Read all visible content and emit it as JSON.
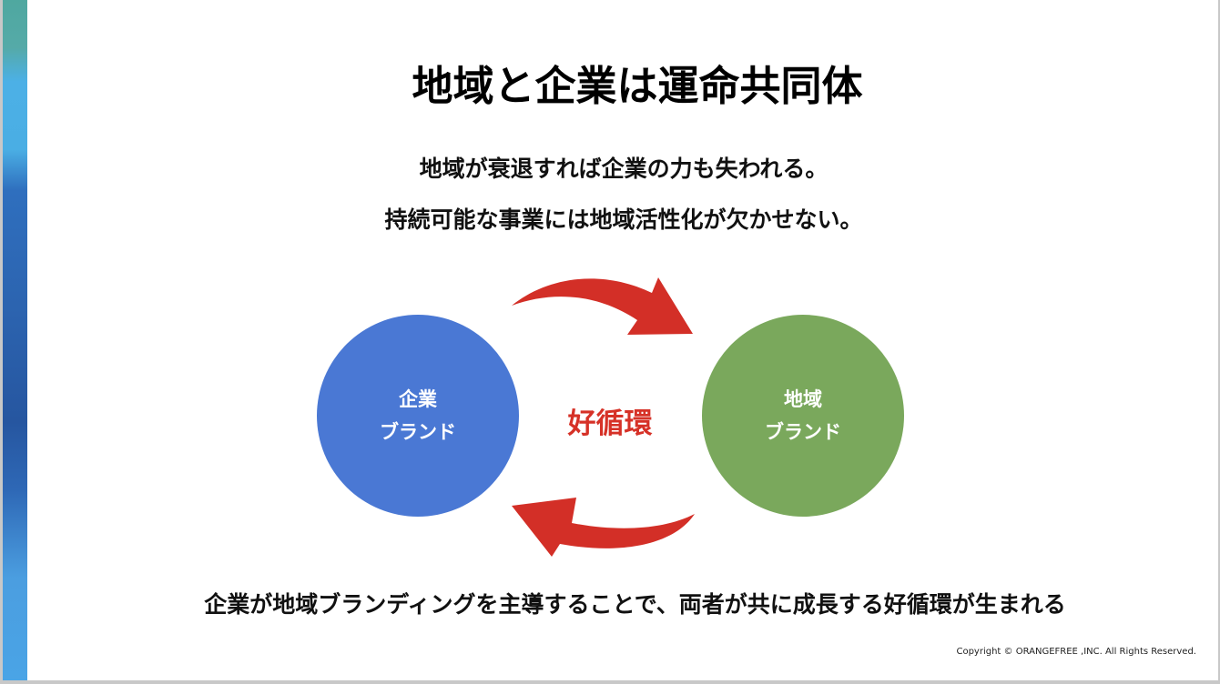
{
  "title": "地域と企業は運命共同体",
  "subtitle_lines": [
    "地域が衰退すれば企業の力も失われる。",
    "持続可能な事業には地域活性化が欠かせない。"
  ],
  "diagram": {
    "left_circle": {
      "line1": "企業",
      "line2": "ブランド",
      "color": "#4a78d4"
    },
    "right_circle": {
      "line1": "地域",
      "line2": "ブランド",
      "color": "#7aa85c"
    },
    "center_label": "好循環",
    "arrow_color": "#d32f27"
  },
  "conclusion": "企業が地域ブランディングを主導することで、両者が共に成長する好循環が生まれる",
  "copyright": "Copyright © ORANGEFREE ,INC. All Rights Reserved."
}
